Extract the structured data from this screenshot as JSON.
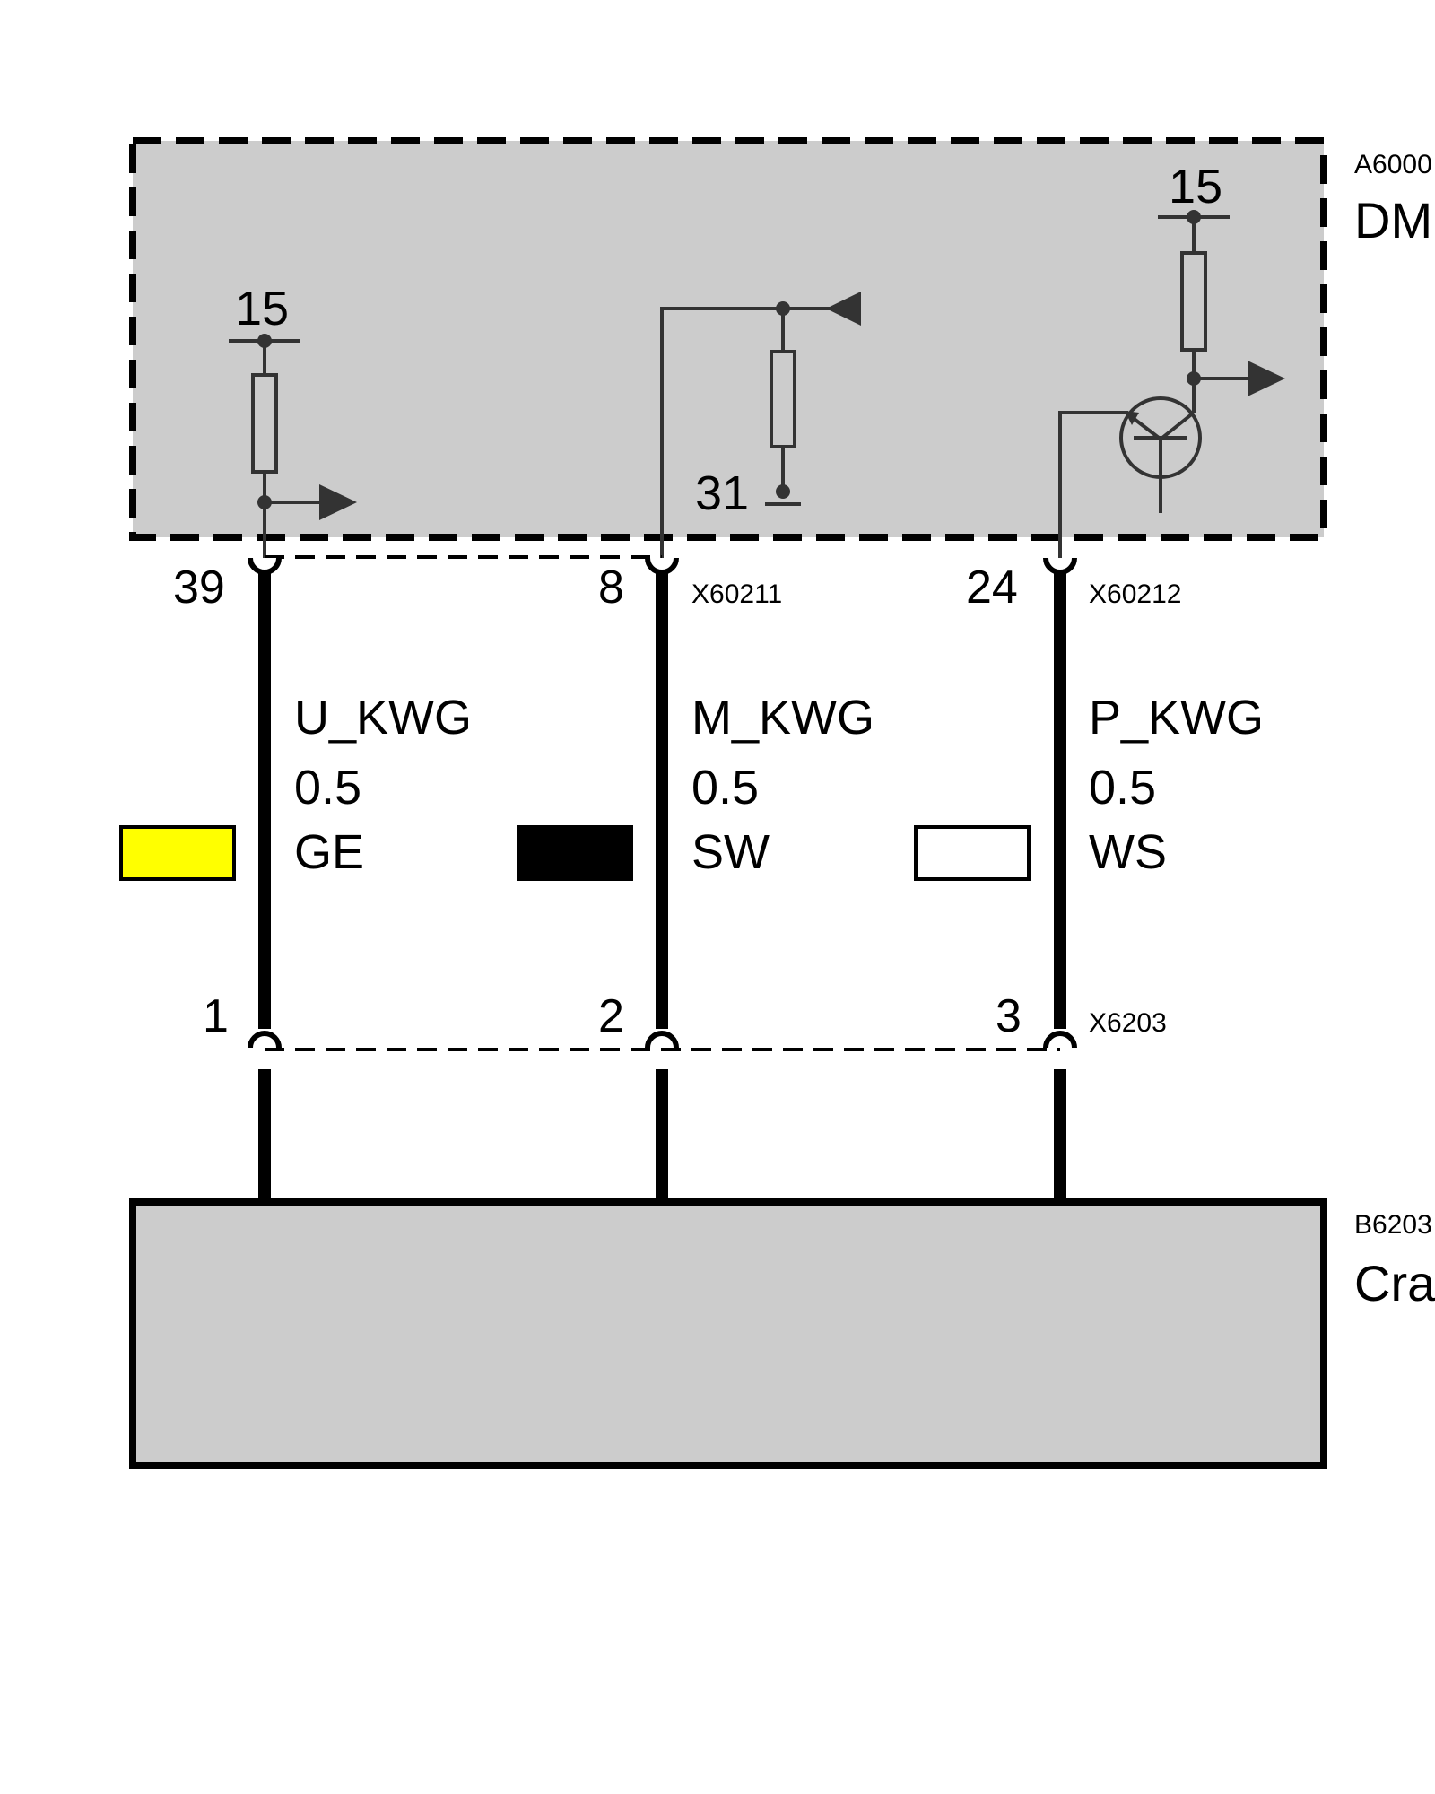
{
  "modules": {
    "top": {
      "code": "A6000",
      "name": "DM"
    },
    "bottom": {
      "code": "B6203",
      "name": "Cra"
    }
  },
  "internal_labels": {
    "supply_left": "15",
    "supply_right": "15",
    "ground": "31"
  },
  "connectors": {
    "top_left": "X60211",
    "top_right": "X60212",
    "bottom": "X6203"
  },
  "wires": [
    {
      "signal": "U_KWG",
      "gauge": "0.5",
      "color_code": "GE",
      "color_hex": "#ffff00",
      "pin_top": "39",
      "pin_bottom": "1"
    },
    {
      "signal": "M_KWG",
      "gauge": "0.5",
      "color_code": "SW",
      "color_hex": "#000000",
      "pin_top": "8",
      "pin_bottom": "2"
    },
    {
      "signal": "P_KWG",
      "gauge": "0.5",
      "color_code": "WS",
      "color_hex": "#ffffff",
      "pin_top": "24",
      "pin_bottom": "3"
    }
  ],
  "colors": {
    "module_fill": "#cccccc",
    "line": "#000000",
    "internal_line": "#333333"
  }
}
